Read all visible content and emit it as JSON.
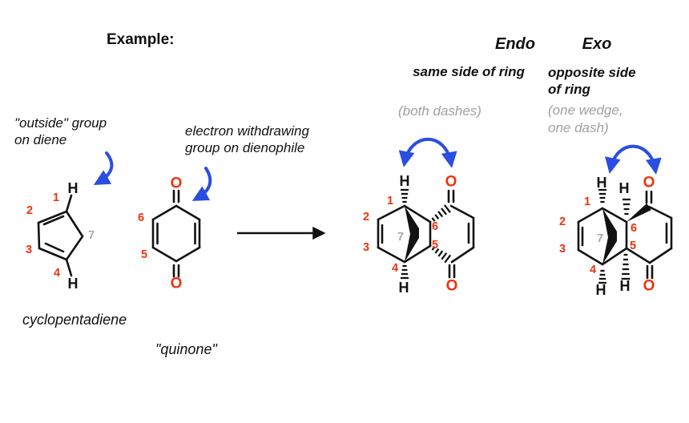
{
  "colors": {
    "bond": "#121212",
    "red": "#ee3210",
    "blue": "#2a4ee2",
    "gray_label": "#a9a9a9",
    "gray_note": "#a0a0a0"
  },
  "example_label": "Example:",
  "diene_note": [
    "\"outside\" group",
    "on diene"
  ],
  "dienophile_note": [
    "electron withdrawing",
    "group on dienophile"
  ],
  "endo": {
    "title": "Endo",
    "subtitle": "same side of ring",
    "note": "(both dashes)"
  },
  "exo": {
    "title": "Exo",
    "subtitle": [
      "opposite side",
      "of ring"
    ],
    "note": [
      "(one wedge,",
      "one dash)"
    ]
  },
  "cyclopentadiene": {
    "name": "cyclopentadiene",
    "h_top": "H",
    "h_bottom": "H",
    "numbers": {
      "n1": "1",
      "n2": "2",
      "n3": "3",
      "n4": "4",
      "n7": "7"
    }
  },
  "quinone": {
    "name": "\"quinone\"",
    "o_top": "O",
    "o_bottom": "O",
    "numbers": {
      "n5": "5",
      "n6": "6"
    }
  },
  "endo_product": {
    "h_top": "H",
    "h_bottom": "H",
    "o_top": "O",
    "o_bottom": "O",
    "numbers": {
      "n1": "1",
      "n2": "2",
      "n3": "3",
      "n4": "4",
      "n5": "5",
      "n6": "6",
      "n7": "7"
    }
  },
  "exo_product": {
    "h1": "H",
    "h6": "H",
    "h4": "H",
    "h5": "H",
    "o_top": "O",
    "o_bottom": "O",
    "numbers": {
      "n1": "1",
      "n2": "2",
      "n3": "3",
      "n4": "4",
      "n5": "5",
      "n6": "6",
      "n7": "7"
    }
  }
}
